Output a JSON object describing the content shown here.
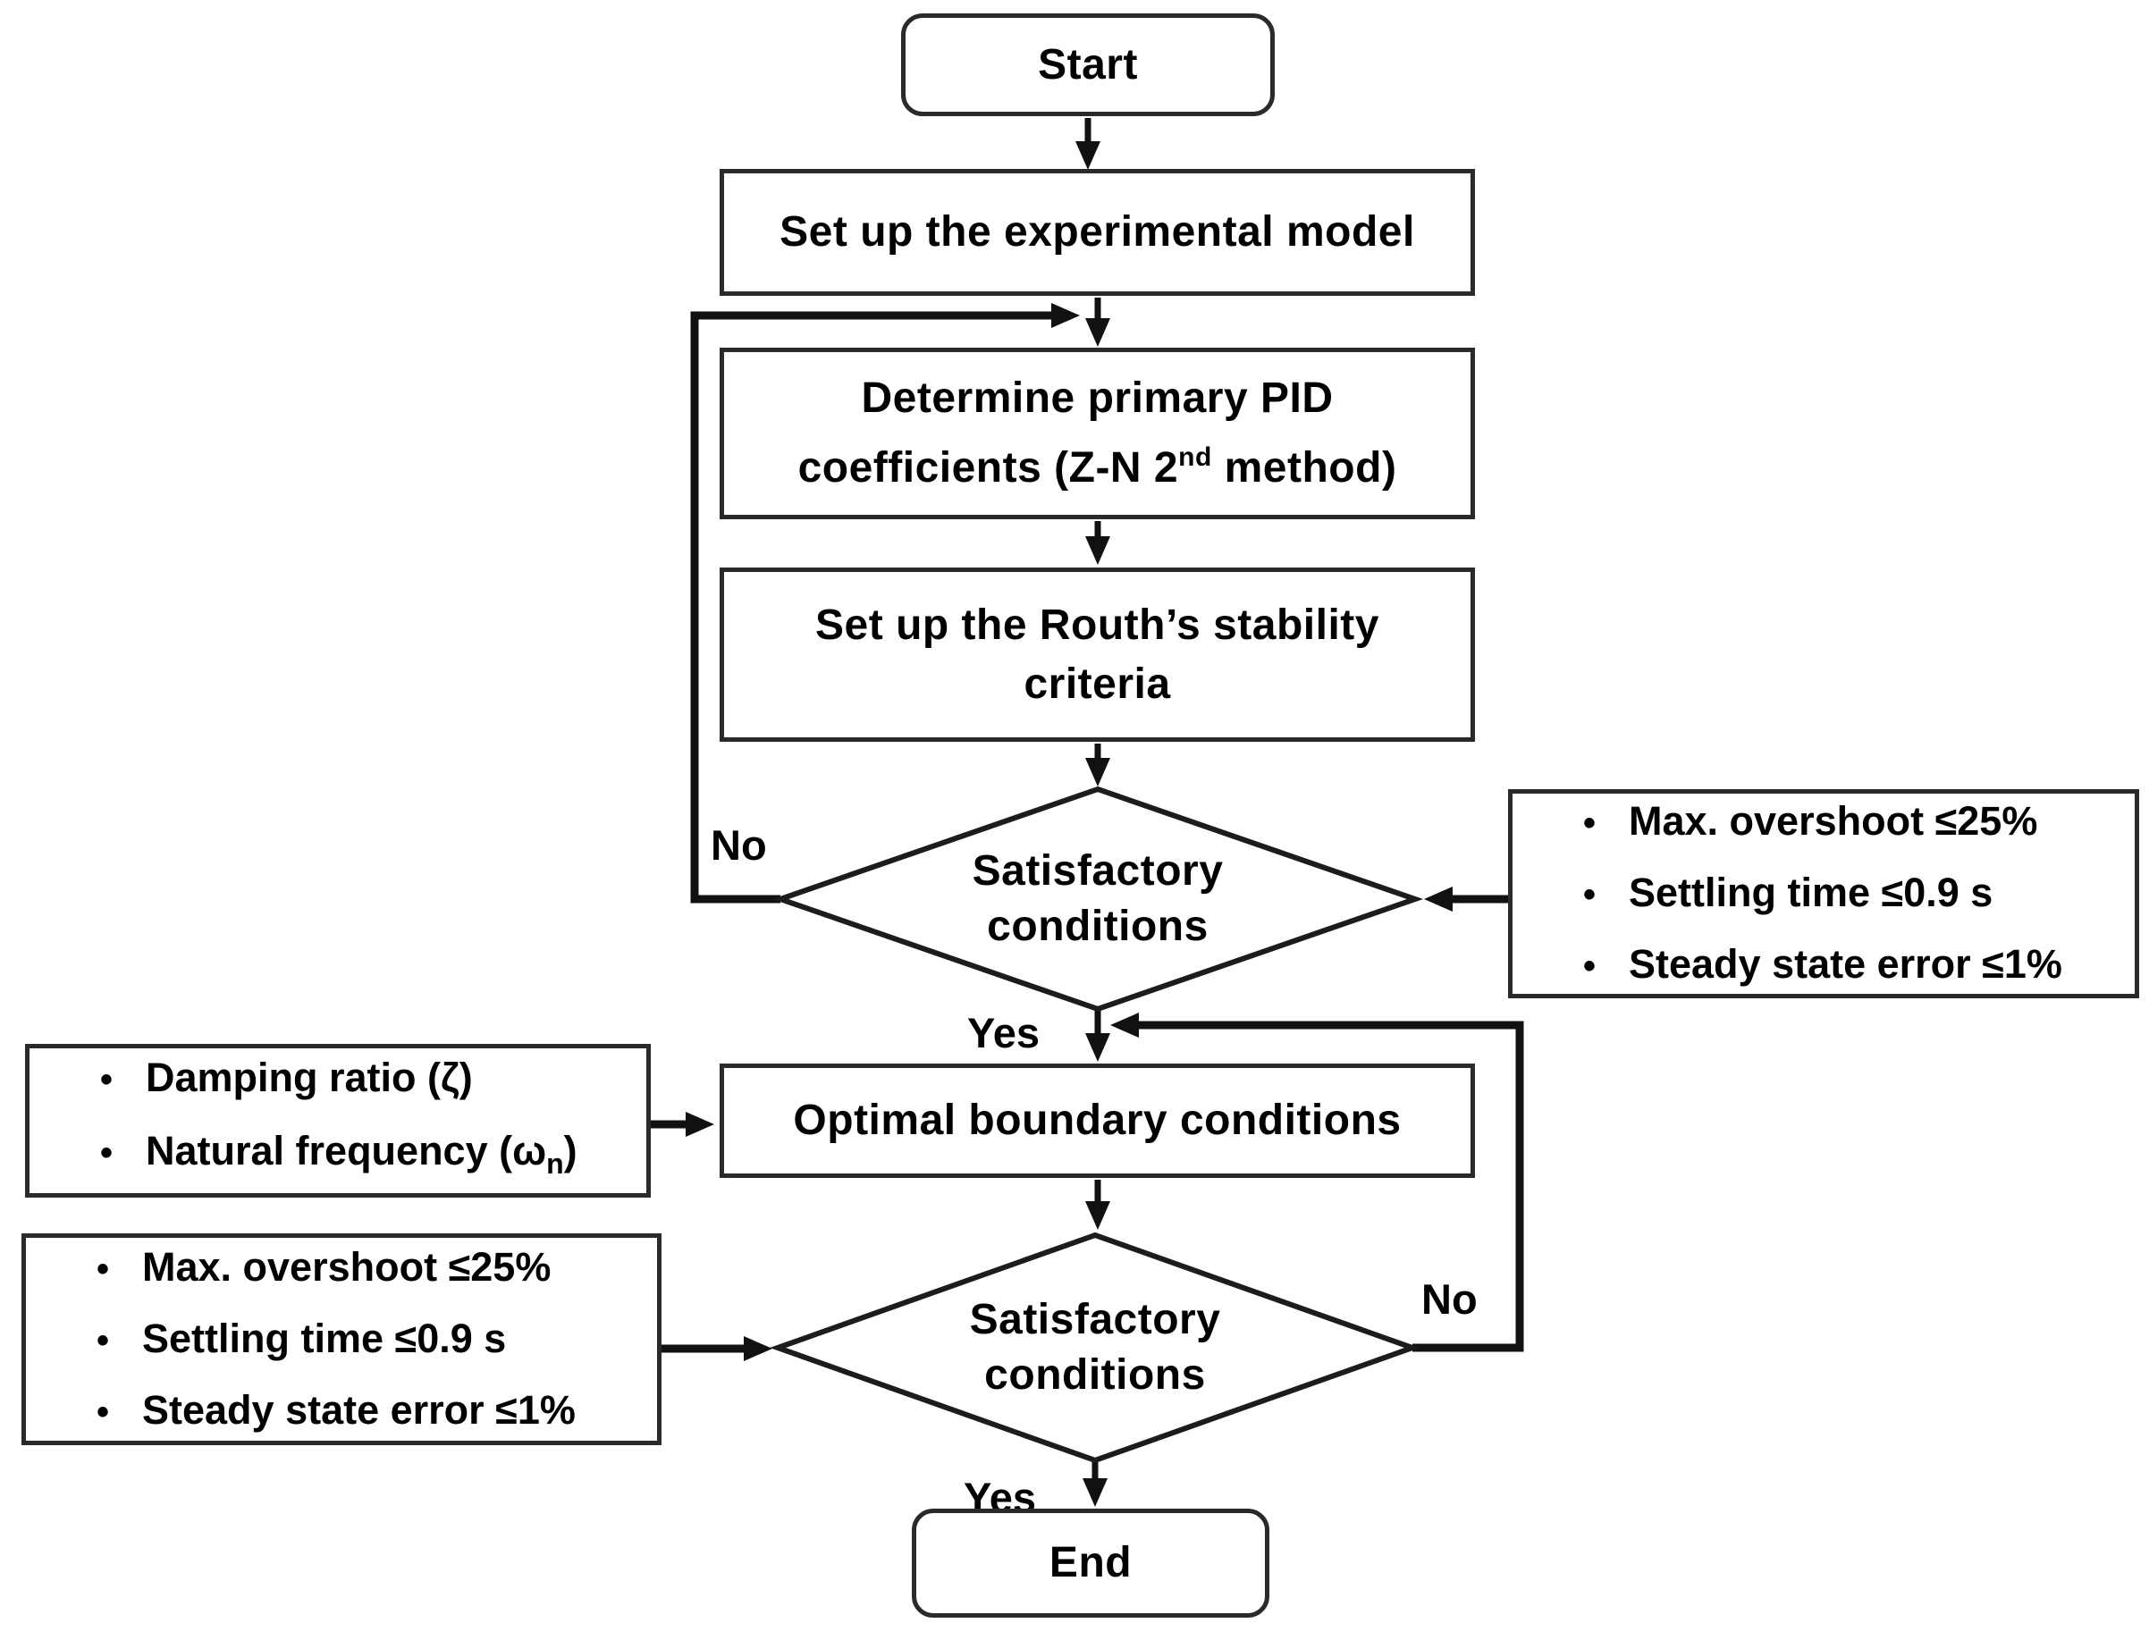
{
  "colors": {
    "line": "#111111",
    "box_border": "#2a2a2a",
    "background": "#ffffff",
    "text": "#000000"
  },
  "nodes": {
    "start": {
      "label": "Start"
    },
    "setup_model": {
      "label": "Set up the experimental model"
    },
    "determine_pid": {
      "line1": "Determine primary PID",
      "line2_pre": "coefficients (Z-N 2",
      "line2_sup": "nd",
      "line2_post": " method)"
    },
    "routh": {
      "line1": "Set up the Routh’s stability",
      "line2": "criteria"
    },
    "decision1": {
      "line1": "Satisfactory",
      "line2": "conditions"
    },
    "optimal": {
      "label": "Optimal boundary conditions"
    },
    "decision2": {
      "line1": "Satisfactory",
      "line2": "conditions"
    },
    "end": {
      "label": "End"
    }
  },
  "side_boxes": {
    "criteria_right": {
      "bullet": "•",
      "items": [
        "Max. overshoot ≤25%",
        "Settling time ≤0.9 s",
        "Steady state error ≤1%"
      ]
    },
    "params_left": {
      "bullet": "•",
      "item1": "Damping ratio (ζ)",
      "item2_pre": "Natural frequency (ω",
      "item2_sub": "n",
      "item2_post": ")"
    },
    "criteria_left": {
      "bullet": "•",
      "items": [
        "Max. overshoot ≤25%",
        "Settling time ≤0.9 s",
        "Steady state error ≤1%"
      ]
    }
  },
  "edge_labels": {
    "no1": "No",
    "yes1": "Yes",
    "no2": "No",
    "yes2": "Yes"
  }
}
